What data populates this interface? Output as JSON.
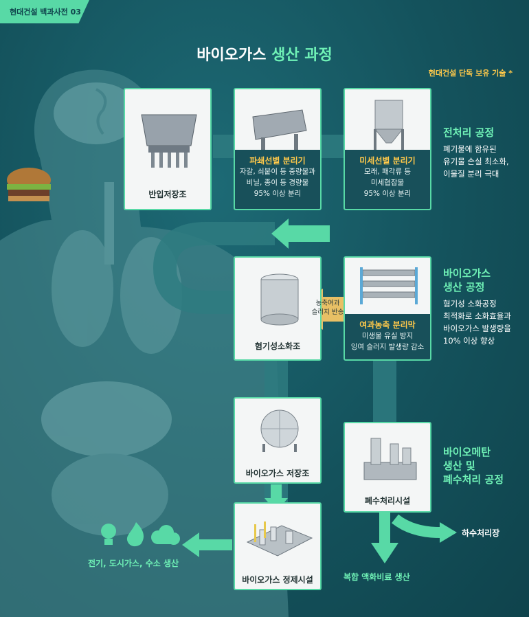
{
  "tag": "현대건설 백과사전 03",
  "title_part1": "바이오가스",
  "title_part2": "생산 과정",
  "exclusive_note": "현대건설 단독 보유 기술 *",
  "cards": {
    "intake_storage": {
      "label": "반입저장조"
    },
    "crushing_separator": {
      "title": "파쇄선별 분리기",
      "lines": [
        "자갈, 쇠붙이 등 중량물과",
        "비닐, 종이 등 경량물",
        "95% 이상 분리"
      ]
    },
    "fine_separator": {
      "title": "미세선별 분리기",
      "lines": [
        "모래, 패각류 등",
        "미세협잡물",
        "95% 이상 분리"
      ]
    },
    "anaerobic_digester": {
      "label": "혐기성소화조"
    },
    "filtration_membrane": {
      "title": "여과농축 분리막",
      "lines": [
        "미생물 유실 방지",
        "잉여 슬러지 발생량 감소"
      ]
    },
    "biogas_storage": {
      "label": "바이오가스 저장조"
    },
    "wastewater_facility": {
      "label": "폐수처리시설"
    },
    "biogas_purification": {
      "label": "바이오가스 정제시설"
    }
  },
  "arrow_return_label": [
    "농축여과",
    "슬러지 반송"
  ],
  "sections": {
    "pretreatment": {
      "title": [
        "전처리 공정"
      ],
      "lines": [
        "폐기물에 함유된",
        "유기물 손실 최소화,",
        "이물질 분리 극대"
      ]
    },
    "biogas_process": {
      "title": [
        "바이오가스",
        "생산 공정"
      ],
      "lines": [
        "혐기성 소화공정",
        "최적화로 소화효율과",
        "바이오가스 발생량을",
        "10% 이상 향상"
      ]
    },
    "biomethane_process": {
      "title": [
        "바이오메탄",
        "생산 및",
        "폐수처리 공정"
      ],
      "lines": []
    }
  },
  "outputs": {
    "energy": "전기, 도시가스, 수소 생산",
    "sewage_plant": "하수처리장",
    "fertilizer": "복합 액화비료 생산"
  },
  "colors": {
    "accent_green": "#58d9a6",
    "title_green": "#6ff1b6",
    "highlight_yellow": "#ffc94a",
    "band_teal": "#18505a",
    "background": "#14525c"
  }
}
